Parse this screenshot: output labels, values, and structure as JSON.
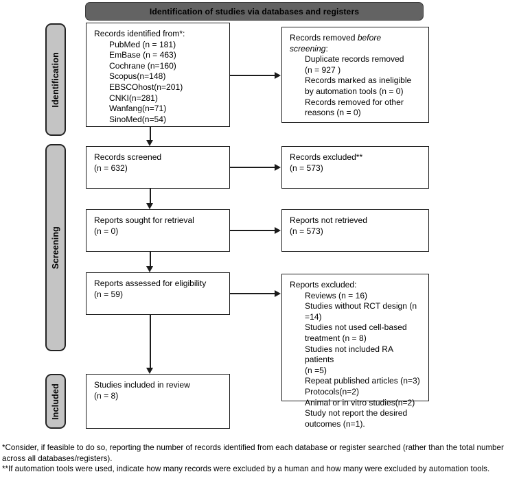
{
  "banner": {
    "title": "Identification of studies via databases and registers"
  },
  "stages": {
    "identification": "Identification",
    "screening": "Screening",
    "included": "Included"
  },
  "boxes": {
    "identified": {
      "heading": "Records identified from*:",
      "items": [
        "PubMed (n = 181)",
        "EmBase (n = 463)",
        "Cochrane (n=160)",
        "Scopus(n=148)",
        "EBSCOhost(n=201)",
        "CNKI(n=281)",
        "Wanfang(n=71)",
        "SinoMed(n=54)"
      ]
    },
    "removed": {
      "heading_pre": "Records removed ",
      "heading_italic": "before",
      "heading_italic2": "screening",
      "heading_post": ":",
      "items": [
        "Duplicate records removed",
        "(n = 927 )",
        "Records marked as ineligible",
        "by automation tools (n = 0)",
        "Records removed for other",
        "reasons (n = 0)"
      ]
    },
    "screened": {
      "line1": "Records screened",
      "line2": "(n = 632)"
    },
    "excluded_records": {
      "line1": "Records excluded**",
      "line2": "(n = 573)"
    },
    "sought": {
      "line1": "Reports sought for retrieval",
      "line2": "(n = 0)"
    },
    "not_retrieved": {
      "line1": "Reports not retrieved",
      "line2": "(n = 573)"
    },
    "assessed": {
      "line1": "Reports assessed for eligibility",
      "line2": "(n = 59)"
    },
    "reports_excluded": {
      "heading": "Reports excluded:",
      "items": [
        "Reviews (n = 16)",
        "Studies without RCT design (n",
        "=14)",
        "Studies not used cell-based",
        "treatment (n = 8)",
        "Studies not included RA patients",
        "(n =5)",
        "Repeat published articles (n=3)",
        "Protocols(n=2)",
        "Animal or in vitro studies(n=2)",
        "Study not report the desired",
        "outcomes (n=1)."
      ]
    },
    "included_review": {
      "line1": "Studies included in review",
      "line2": "(n = 8)"
    }
  },
  "footnotes": {
    "one": "*Consider, if feasible to do so, reporting the number of records identified from each database or register searched (rather than the total number across all databases/registers).",
    "two": "**If automation tools were used, indicate how many records were excluded by a human and how many were excluded by automation tools."
  },
  "colors": {
    "banner_fill": "#636363",
    "stage_fill": "#c4c4c4",
    "line": "#1b1b1b",
    "box_fill": "#ffffff"
  }
}
